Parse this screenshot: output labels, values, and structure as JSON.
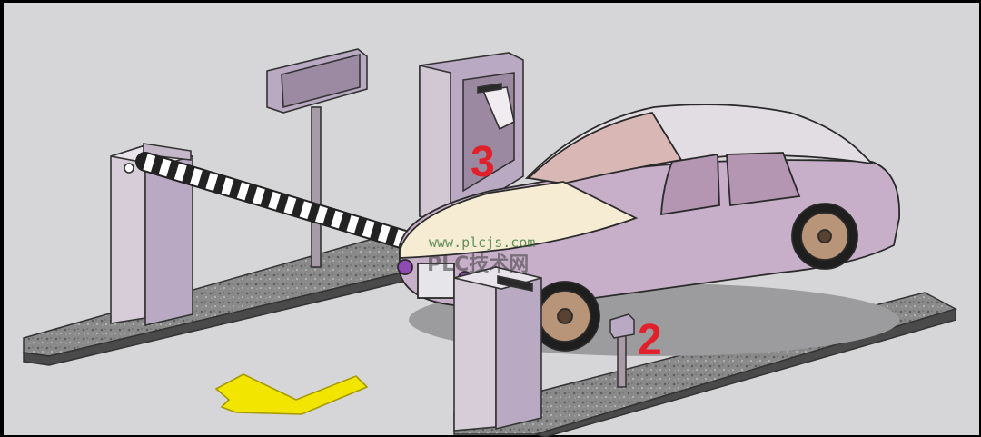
{
  "diagram": {
    "markers": {
      "dispenser": "3",
      "sensor": "2"
    },
    "watermark": {
      "url": "www.plcjs.com",
      "brand": "PLC技术网"
    },
    "colors": {
      "background": "#d6d6d8",
      "frame": "#000000",
      "ground": "#8c8c8c",
      "panel": "#b9a9c2",
      "car_body": "#c7aec9",
      "car_roof": "#e2dde2",
      "windshield": "#d8b7b4",
      "hood": "#f5ecd3",
      "wheel": "#b89478",
      "marker_red": "#e0202a",
      "arrow": "#f2e600",
      "barrier_dark": "#1a1a1a",
      "barrier_light": "#ffffff"
    },
    "icons": {
      "direction": "arrow-left-icon"
    }
  }
}
